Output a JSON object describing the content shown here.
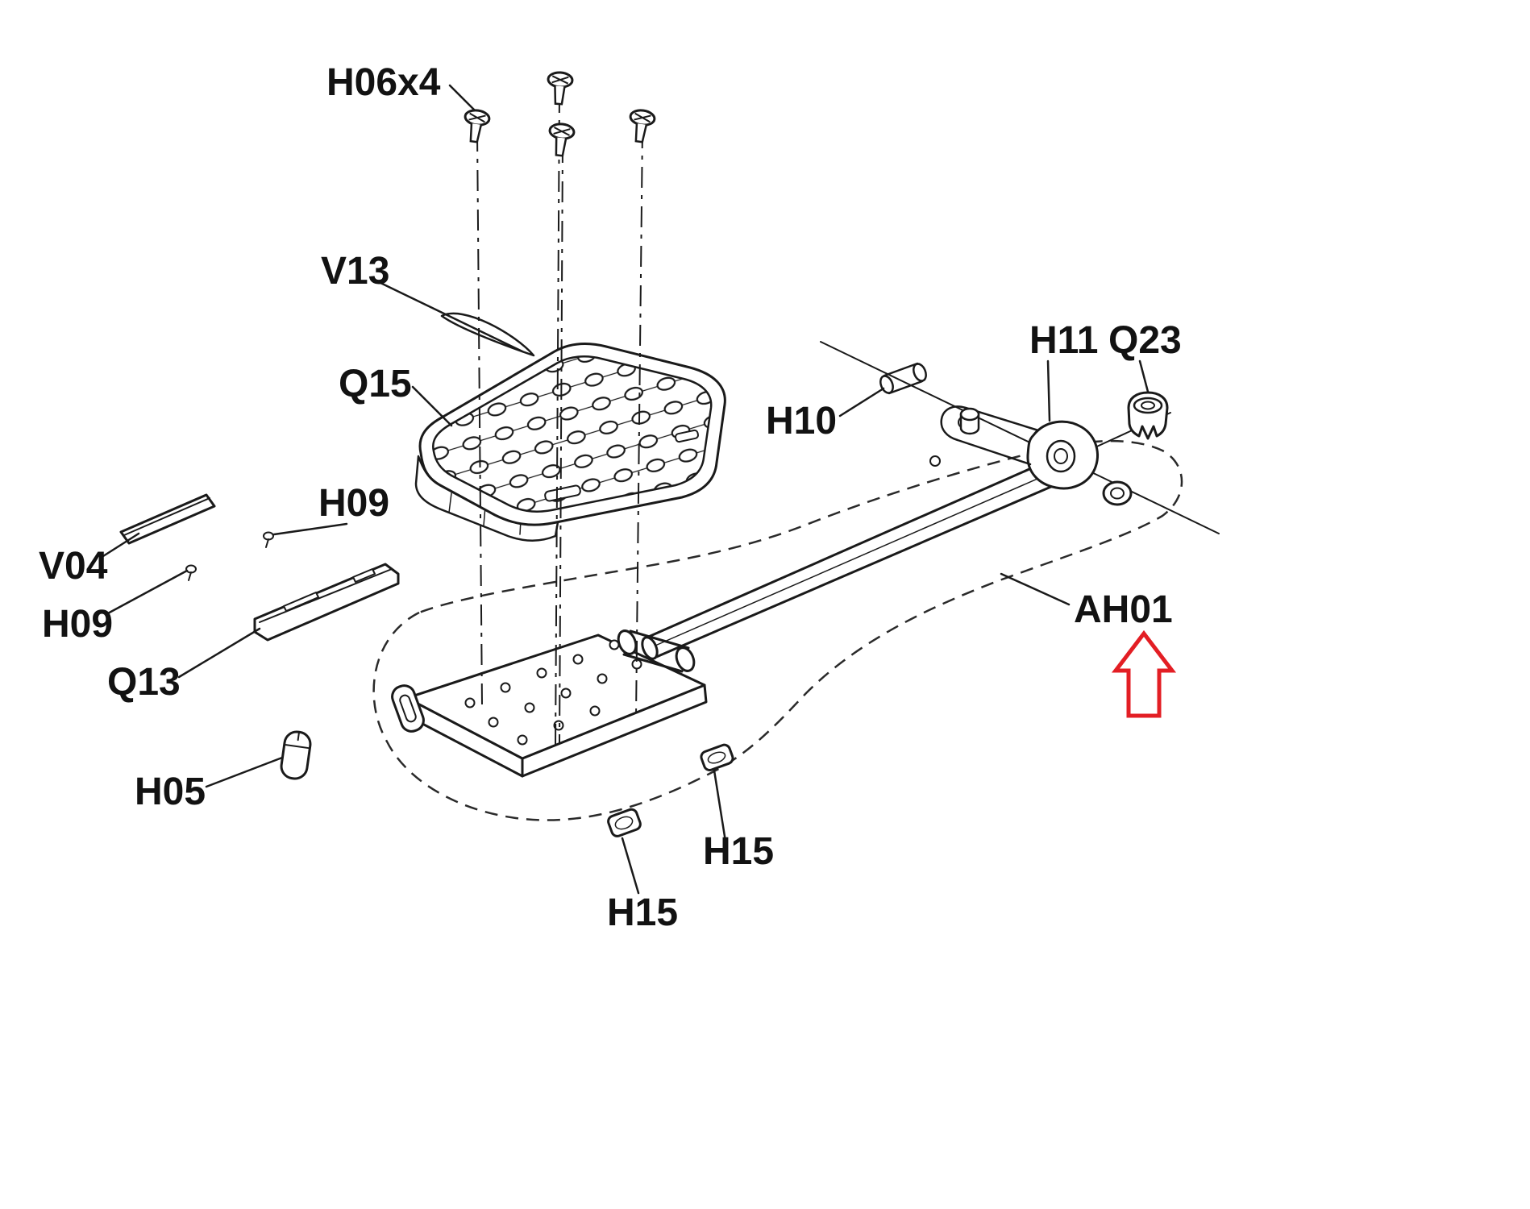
{
  "diagram": {
    "type": "exploded-parts-diagram",
    "subject": "Pedal assembly exploded view",
    "labels": {
      "h06x4": "H06x4",
      "v13": "V13",
      "q15": "Q15",
      "h09_upper": "H09",
      "v04": "V04",
      "h09_lower": "H09",
      "q13": "Q13",
      "h05": "H05",
      "h15_left": "H15",
      "h15_right": "H15",
      "h10": "H10",
      "h11": "H11",
      "q23": "Q23",
      "ah01": "AH01"
    },
    "colors": {
      "line": "#1a1a1a",
      "background": "#ffffff",
      "highlight_arrow": "#e31e24"
    }
  }
}
